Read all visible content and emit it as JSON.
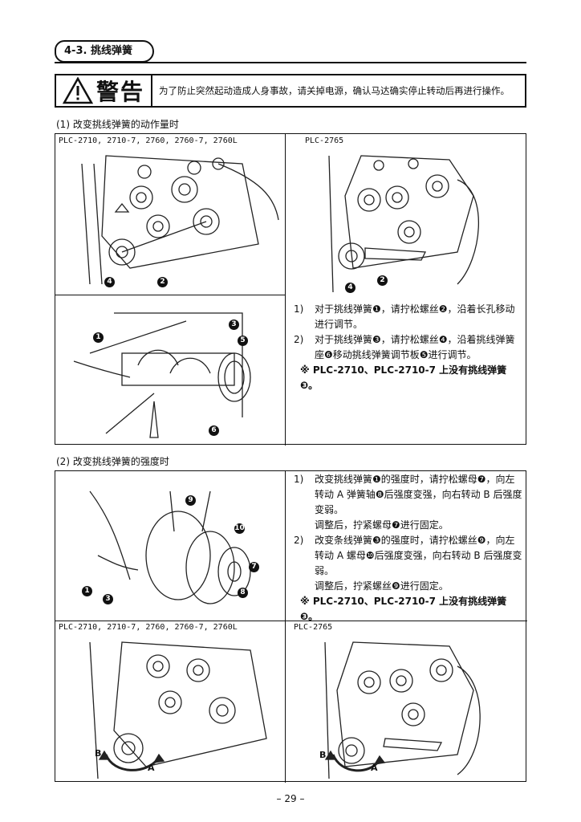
{
  "section": {
    "title": "4-3. 挑线弹簧"
  },
  "warning": {
    "label": "警告",
    "text": "为了防止突然起动造成人身事故，请关掉电源，确认马达确实停止转动后再进行操作。"
  },
  "part1": {
    "heading": "(1)  改变挑线弹簧的动作量时",
    "panel_left_label": "PLC-2710, 2710-7, 2760, 2760-7, 2760L",
    "panel_right_label": "PLC-2765",
    "callouts_top": [
      "4",
      "2"
    ],
    "callouts_mid": [
      "1",
      "3",
      "5",
      "6"
    ],
    "notes": [
      {
        "num": "1)",
        "text": "对于挑线弹簧❶，请拧松螺丝❷，沿着长孔移动进行调节。"
      },
      {
        "num": "2)",
        "text": "对于挑线弹簧❸，请拧松螺丝❹，沿着挑线弹簧座❻移动挑线弹簧调节板❺进行调节。"
      }
    ],
    "star": "※ PLC-2710、PLC-2710-7 上没有挑线弹簧❸。"
  },
  "part2": {
    "heading": "(2)  改变挑线弹簧的强度时",
    "callouts": [
      "9",
      "10",
      "7",
      "8",
      "1",
      "3"
    ],
    "notes": [
      {
        "num": "1)",
        "text": "改变挑线弹簧❶的强度时，请拧松螺母❼，向左转动 A 弹簧轴❽后强度变强，向右转动 B 后强度变弱。"
      },
      {
        "num": "",
        "text": "调整后，拧紧螺母❼进行固定。"
      },
      {
        "num": "2)",
        "text": "改变条线弹簧❸的强度时，请拧松螺丝❾，向左转动 A 螺母❿后强度变强，向右转动 B 后强度变弱。"
      },
      {
        "num": "",
        "text": "调整后，拧紧螺丝❾进行固定。"
      }
    ],
    "star": "※ PLC-2710、PLC-2710-7 上没有挑线弹簧❸。",
    "panel_left_label": "PLC-2710, 2710-7, 2760, 2760-7, 2760L",
    "panel_right_label": "PLC-2765",
    "arrow_labels": {
      "b": "B",
      "a": "A"
    }
  },
  "footer": {
    "page": "– 29 –"
  }
}
